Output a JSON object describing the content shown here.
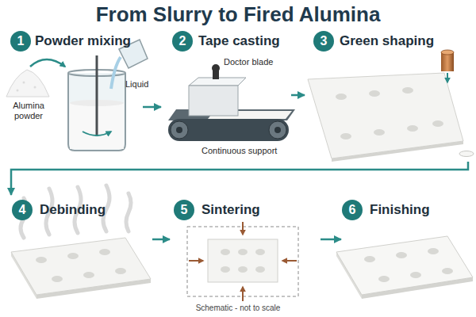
{
  "diagram": {
    "title": "From Slurry to Fired Alumina",
    "caption": "Schematic - not to scale",
    "nodes": [
      {
        "text": [
          "1",
          "Powder mixing"
        ]
      },
      {
        "text": [
          "2",
          "Tape casting"
        ]
      },
      {
        "text": [
          "3",
          "Green shaping"
        ]
      },
      {
        "text": [
          "4",
          "Debinding"
        ]
      },
      {
        "text": [
          "5",
          "Sintering"
        ]
      },
      {
        "text": [
          "6",
          "Finishing"
        ]
      }
    ],
    "edges": [
      {
        "from": 0,
        "to": 1,
        "arrow": "to"
      },
      {
        "from": 1,
        "to": 2,
        "arrow": "to"
      },
      {
        "from": 2,
        "to": 3,
        "arrow": "to"
      },
      {
        "from": 3,
        "to": 4,
        "arrow": "to"
      },
      {
        "from": 4,
        "to": 5,
        "arrow": "to"
      }
    ],
    "labels": [
      "Alumina powder",
      "Liquid",
      "Doctor blade",
      "Continuous support"
    ]
  }
}
